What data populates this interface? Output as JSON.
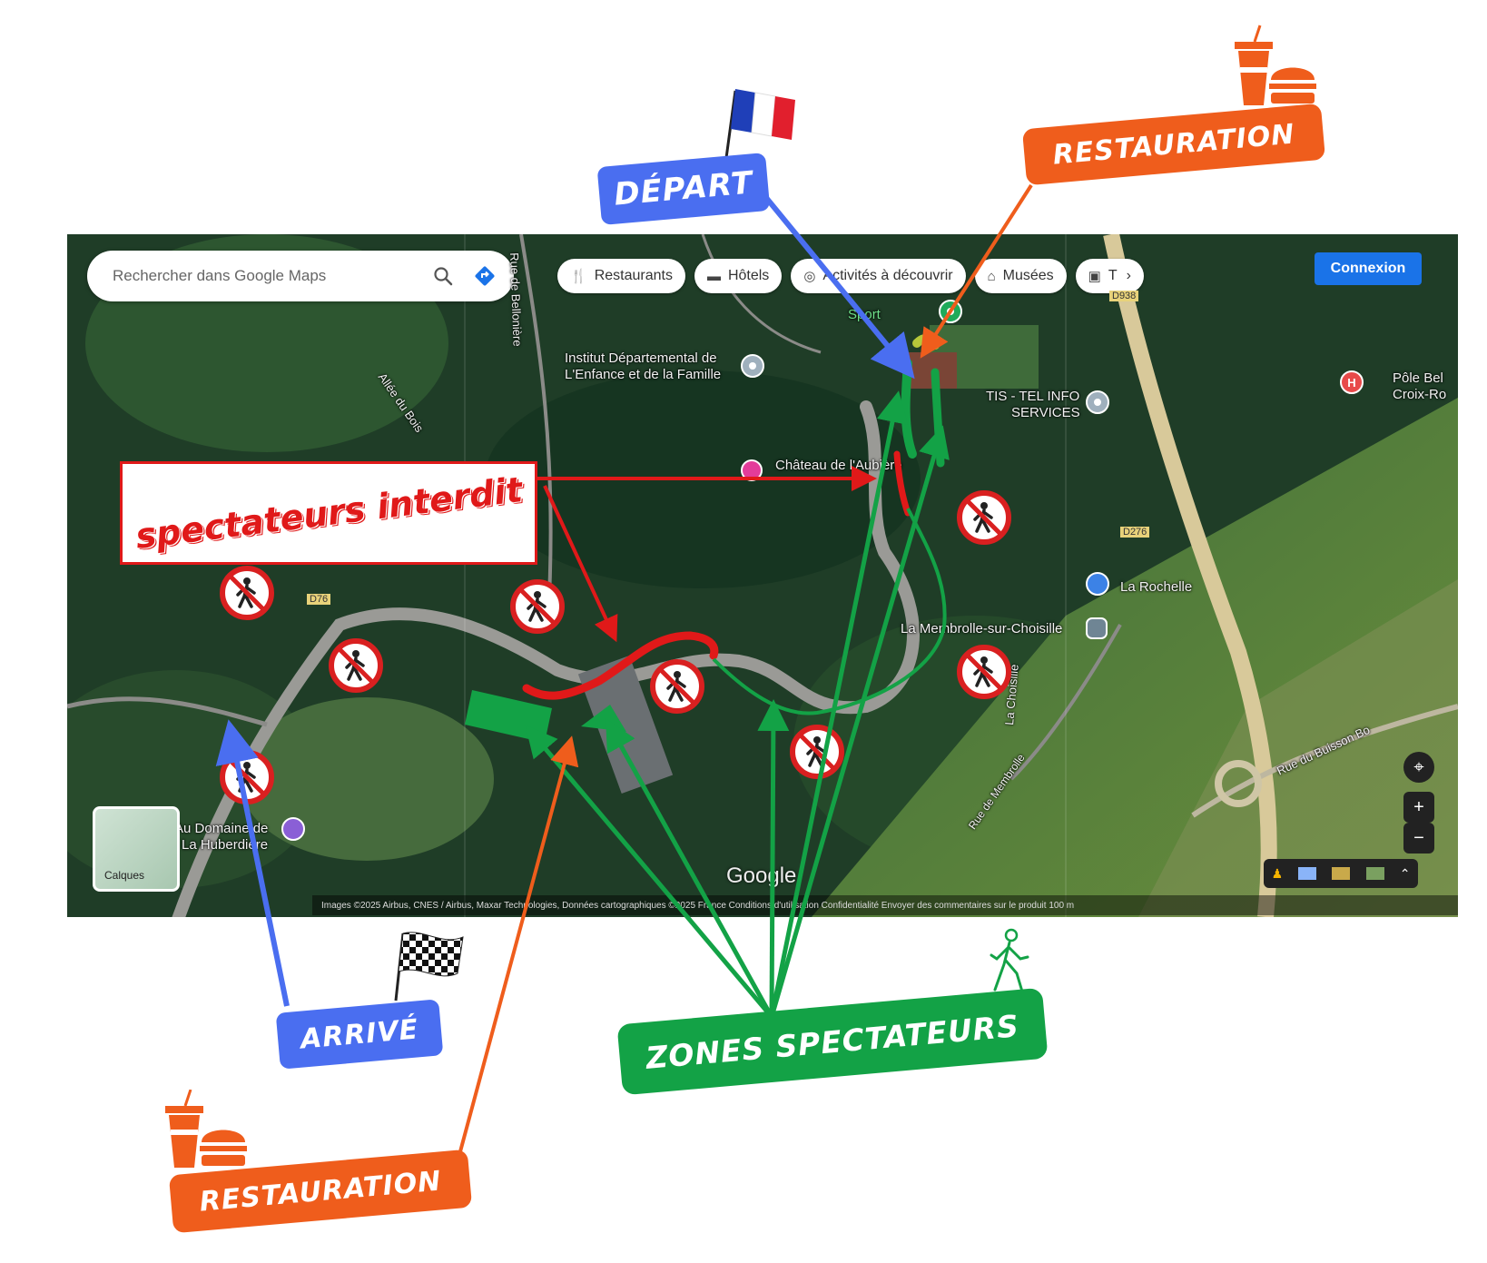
{
  "map": {
    "search_placeholder": "Rechercher dans Google Maps",
    "chips": [
      {
        "icon": "restaurant-icon",
        "label": "Restaurants"
      },
      {
        "icon": "bed-icon",
        "label": "Hôtels"
      },
      {
        "icon": "camera-icon",
        "label": "Activités à découvrir"
      },
      {
        "icon": "museum-icon",
        "label": "Musées"
      },
      {
        "icon": "transit-icon",
        "label": "T"
      }
    ],
    "login_label": "Connexion",
    "layers_label": "Calques",
    "google_logo": "Google",
    "footer_text": "Images ©2025 Airbus, CNES / Airbus, Maxar Technologies, Données cartographiques ©2025   France   Conditions d'utilisation   Confidentialité   Envoyer des commentaires sur le produit   100 m",
    "labels": {
      "rue_bellonie": "Rue de Bellonière",
      "inst1": "Institut Départemental de",
      "inst2": "L'Enfance et de la Famille",
      "allee_bois": "Allée du Bois",
      "sport": "Sport",
      "tis1": "TIS - TEL INFO",
      "tis2": "SERVICES",
      "chateau": "Château de l'Aubière",
      "membrolle": "La Membrolle-sur-Choisille",
      "choisille": "La Choisille",
      "rue_membrolle": "Rue de Membrolle",
      "rochelle": "La Rochelle",
      "pole1": "Pôle Bel",
      "pole2": "Croix-Ro",
      "buisson": "Rue du Buisson Bo",
      "domaine1": "Au Domaine de",
      "domaine2": "La Huberdière",
      "d76": "D76",
      "d938": "D938",
      "d276": "D276"
    }
  },
  "annotations": {
    "depart": "DÉPART",
    "arrive": "ARRIVÉ",
    "restauration_top": "RESTAURATION",
    "restauration_bottom": "RESTAURATION",
    "zones": "ZONES SPECTATEURS",
    "interdit": "spectateurs interdit"
  },
  "colors": {
    "blue": "#4a6ef0",
    "orange": "#ef5d1c",
    "green": "#13a246",
    "red": "#e01919"
  }
}
